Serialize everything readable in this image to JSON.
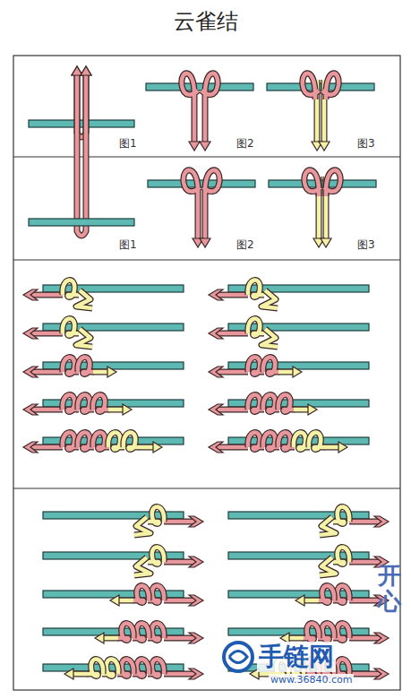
{
  "diagram": {
    "title": "云雀结",
    "labels": [
      "图1",
      "图2",
      "图3",
      "图1",
      "图2",
      "图3",
      "开心",
      "手链网",
      "www.36840.com"
    ]
  }
}
